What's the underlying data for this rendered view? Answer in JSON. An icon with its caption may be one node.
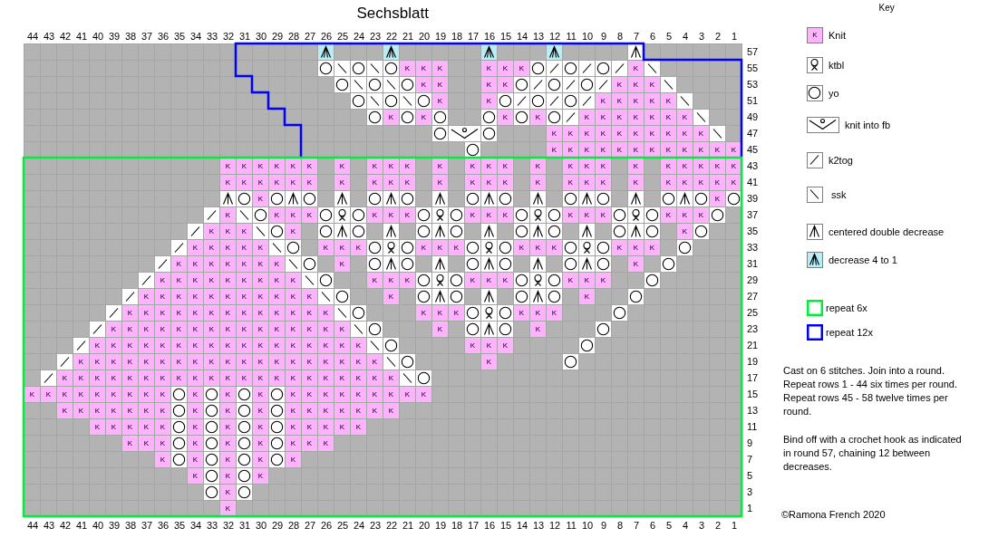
{
  "diagram": {
    "title": "Sechsblatt",
    "labels": [
      "44",
      "43",
      "42",
      "41",
      "40",
      "39",
      "38",
      "37",
      "36",
      "35",
      "34",
      "33",
      "32",
      "31",
      "30",
      "29",
      "28",
      "27",
      "26",
      "25",
      "24",
      "23",
      "22",
      "21",
      "20",
      "19",
      "18",
      "17",
      "16",
      "15",
      "14",
      "13",
      "12",
      "11",
      "10",
      "9",
      "8",
      "7",
      "6",
      "5",
      "4",
      "3",
      "2",
      "1",
      "57",
      "K",
      "K",
      "K",
      "K",
      "K",
      "K",
      "K",
      "55",
      "K",
      "K",
      "K",
      "K",
      "K",
      "K",
      "K",
      "53",
      "K",
      "K",
      "K",
      "K",
      "K",
      "K",
      "K",
      "51",
      "K",
      "K",
      "K",
      "K",
      "K",
      "K",
      "K",
      "K",
      "K",
      "K",
      "K",
      "49",
      "K",
      "K",
      "K",
      "K",
      "K",
      "K",
      "K",
      "K",
      "K",
      "K",
      "47",
      "K",
      "K",
      "K",
      "K",
      "K",
      "K",
      "K",
      "K",
      "K",
      "K",
      "K",
      "K",
      "45",
      "K",
      "K",
      "K",
      "K",
      "K",
      "K",
      "K",
      "K",
      "K",
      "K",
      "K",
      "K",
      "K",
      "K",
      "K",
      "K",
      "K",
      "K",
      "K",
      "K",
      "K",
      "K",
      "K",
      "K",
      "43",
      "K",
      "K",
      "K",
      "K",
      "K",
      "K",
      "K",
      "K",
      "K",
      "K",
      "K",
      "K",
      "K",
      "K",
      "K",
      "K",
      "K",
      "K",
      "K",
      "K",
      "K",
      "K",
      "K",
      "K",
      "41",
      "K",
      "K",
      "39",
      "K",
      "K",
      "K",
      "K",
      "K",
      "K",
      "K",
      "K",
      "K",
      "K",
      "K",
      "K",
      "K",
      "K",
      "K",
      "K",
      "37",
      "K",
      "K",
      "K",
      "K",
      "K",
      "35",
      "K",
      "K",
      "K",
      "K",
      "K",
      "K",
      "K",
      "K",
      "K",
      "K",
      "K",
      "K",
      "K",
      "K",
      "K",
      "K",
      "K",
      "33",
      "K",
      "K",
      "K",
      "K",
      "K",
      "K",
      "K",
      "K",
      "K",
      "31",
      "K",
      "K",
      "K",
      "K",
      "K",
      "K",
      "K",
      "K",
      "K",
      "K",
      "K",
      "K",
      "K",
      "K",
      "K",
      "K",
      "K",
      "K",
      "29",
      "K",
      "K",
      "K",
      "K",
      "K",
      "K",
      "K",
      "K",
      "K",
      "K",
      "K",
      "K",
      "K",
      "27",
      "K",
      "K",
      "K",
      "K",
      "K",
      "K",
      "K",
      "K",
      "K",
      "K",
      "K",
      "K",
      "K",
      "K",
      "K",
      "K",
      "K",
      "K",
      "K",
      "25",
      "K",
      "K",
      "K",
      "K",
      "K",
      "K",
      "K",
      "K",
      "K",
      "K",
      "K",
      "K",
      "K",
      "K",
      "K",
      "K",
      "K",
      "23",
      "K",
      "K",
      "K",
      "K",
      "K",
      "K",
      "K",
      "K",
      "K",
      "K",
      "K",
      "K",
      "K",
      "K",
      "K",
      "K",
      "K",
      "K",
      "K",
      "K",
      "21",
      "K",
      "K",
      "K",
      "K",
      "K",
      "K",
      "K",
      "K",
      "K",
      "K",
      "K",
      "K",
      "K",
      "K",
      "K",
      "K",
      "K",
      "K",
      "K",
      "K",
      "19",
      "K",
      "K",
      "K",
      "K",
      "K",
      "K",
      "K",
      "K",
      "K",
      "K",
      "K",
      "K",
      "K",
      "K",
      "K",
      "K",
      "K",
      "K",
      "K",
      "K",
      "K",
      "17",
      "K",
      "K",
      "K",
      "K",
      "K",
      "K",
      "K",
      "K",
      "K",
      "K",
      "K",
      "K",
      "K",
      "K",
      "K",
      "K",
      "K",
      "K",
      "K",
      "K",
      "K",
      "15",
      "K",
      "K",
      "K",
      "K",
      "K",
      "K",
      "K",
      "K",
      "K",
      "K",
      "K",
      "K",
      "K",
      "K",
      "K",
      "K",
      "K",
      "13",
      "K",
      "K",
      "K",
      "K",
      "K",
      "K",
      "K",
      "K",
      "K",
      "K",
      "K",
      "K",
      "K",
      "11",
      "K",
      "K",
      "K",
      "K",
      "K",
      "K",
      "K",
      "K",
      "K",
      "9",
      "K",
      "K",
      "K",
      "K",
      "K",
      "7",
      "K",
      "K",
      "K",
      "5",
      "K",
      "3",
      "K",
      "1",
      "44",
      "43",
      "42",
      "41",
      "40",
      "39",
      "38",
      "37",
      "36",
      "35",
      "34",
      "33",
      "32",
      "31",
      "30",
      "29",
      "28",
      "27",
      "26",
      "25",
      "24",
      "23",
      "22",
      "21",
      "20",
      "19",
      "18",
      "17",
      "16",
      "15",
      "14",
      "13",
      "12",
      "11",
      "10",
      "9",
      "8",
      "7",
      "6",
      "5",
      "4",
      "3",
      "2",
      "1",
      "Key",
      "K",
      "Cast on 6 stitches. Join into a round.",
      "Repeat rows 1 - 44 six times per round.",
      "Repeat rows 45 - 58 twelve times per round.",
      "Bind off with a crochet hook as indicated in round 57, chaining 12 between decreases.",
      "©Ramona French 2020"
    ],
    "legend": [
      {
        "text": "Knit",
        "color": "#ffb3ff"
      },
      {
        "text": "ktbl"
      },
      {
        "text": "yo"
      },
      {
        "text": "knit into fb"
      },
      {
        "text": "k2tog"
      },
      {
        "text": "ssk"
      },
      {
        "text": "centered double decrease"
      },
      {
        "text": "decrease 4 to 1",
        "color": "#b5eef5"
      },
      {
        "text": "repeat 6x"
      },
      {
        "text": "repeat 12x"
      }
    ]
  }
}
